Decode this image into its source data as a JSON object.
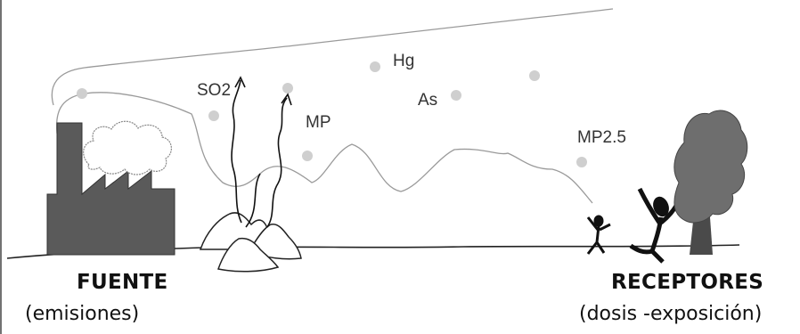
{
  "pollutants": {
    "so2": "SO2",
    "hg": "Hg",
    "mp": "MP",
    "as": "As",
    "mp25": "MP2.5"
  },
  "source": {
    "title": "FUENTE",
    "subtitle": "(emisiones)"
  },
  "receptors": {
    "title": "RECEPTORES",
    "subtitle": "(dosis -exposición)"
  },
  "colors": {
    "factory": "#5a5a5a",
    "tree_crown": "#6e6e6e",
    "tree_trunk": "#4a4a4a",
    "particle": "#cfcfcf",
    "outline": "#222222",
    "figure": "#111111"
  }
}
